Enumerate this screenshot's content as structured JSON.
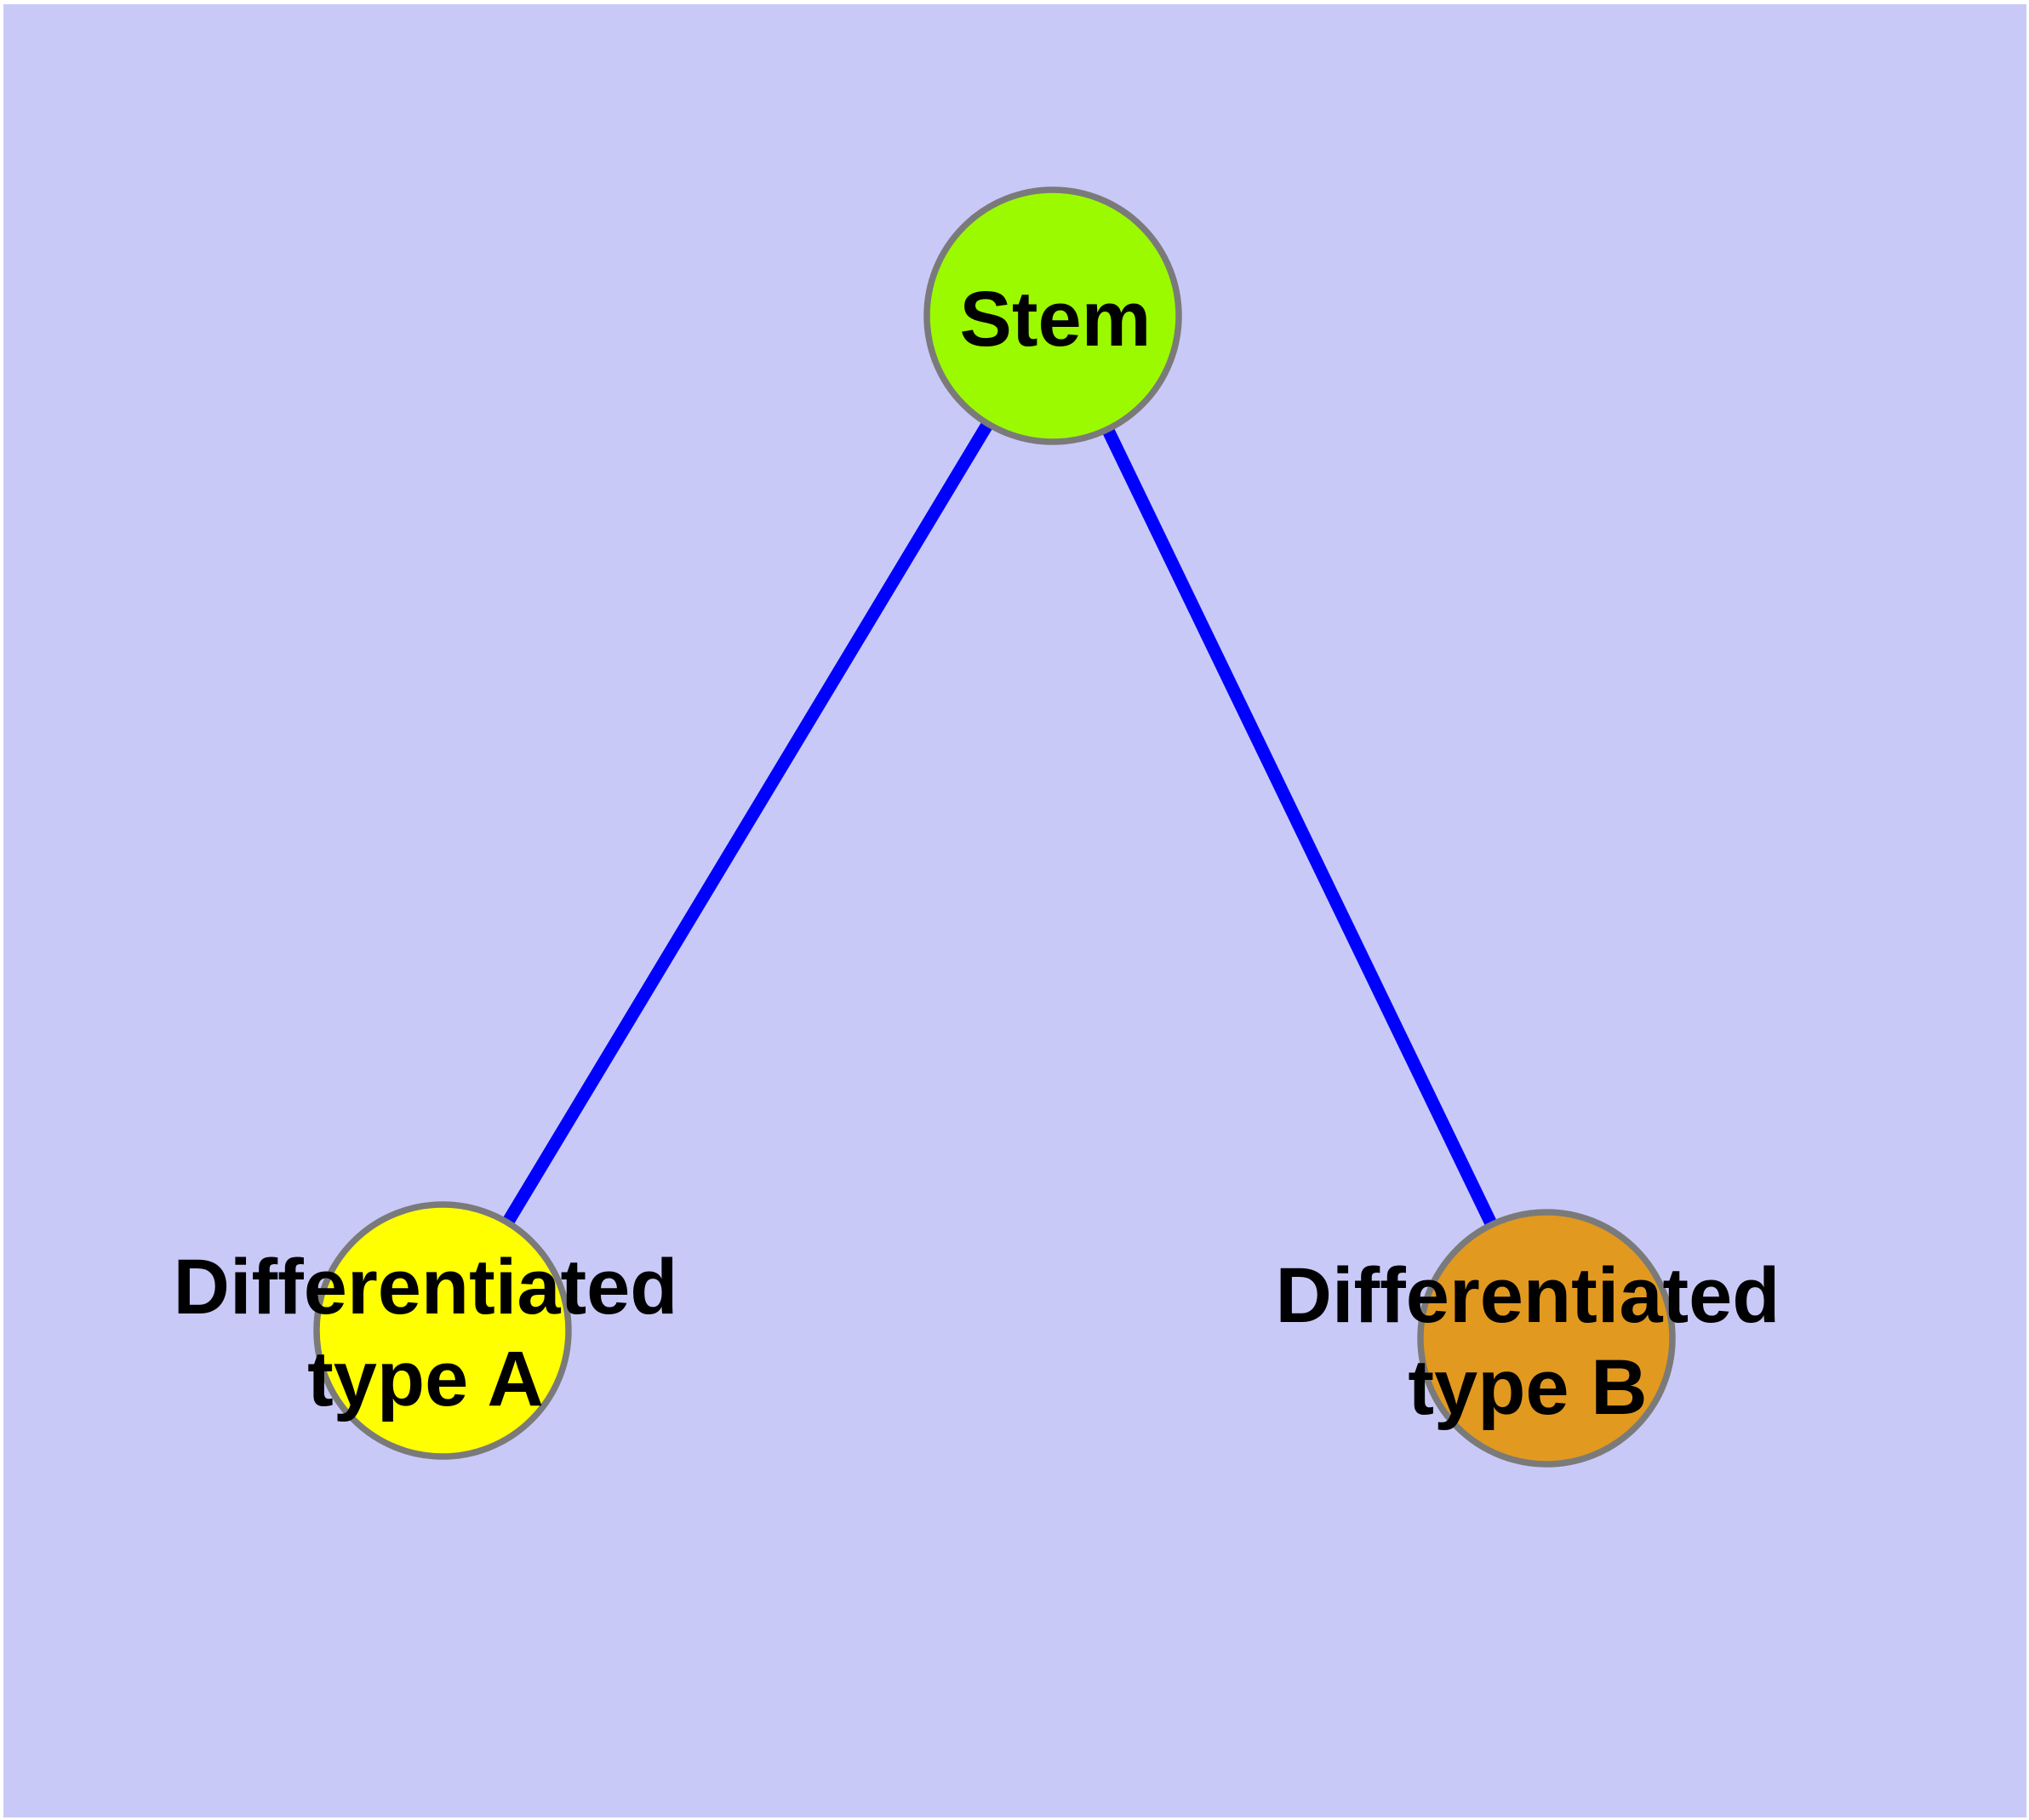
{
  "diagram": {
    "background_color": "#C9C9F8",
    "frame_color": "#FFFFFF",
    "edge_color": "#0000FF",
    "node_border_color": "#7A7A7A",
    "label_color": "#000000",
    "nodes": [
      {
        "id": "stem",
        "label": "Stem",
        "label_lines": [
          "Stem"
        ],
        "fill": "#9BFA00"
      },
      {
        "id": "differentiated-type-a",
        "label": "Differentiated type A",
        "label_lines": [
          "Differentiated",
          "type A"
        ],
        "fill": "#FFFF00"
      },
      {
        "id": "differentiated-type-b",
        "label": "Differentiated type B",
        "label_lines": [
          "Differentiated",
          "type B"
        ],
        "fill": "#E2991F"
      }
    ],
    "edges": [
      {
        "from": "stem",
        "to": "differentiated-type-a"
      },
      {
        "from": "stem",
        "to": "differentiated-type-b"
      }
    ]
  }
}
